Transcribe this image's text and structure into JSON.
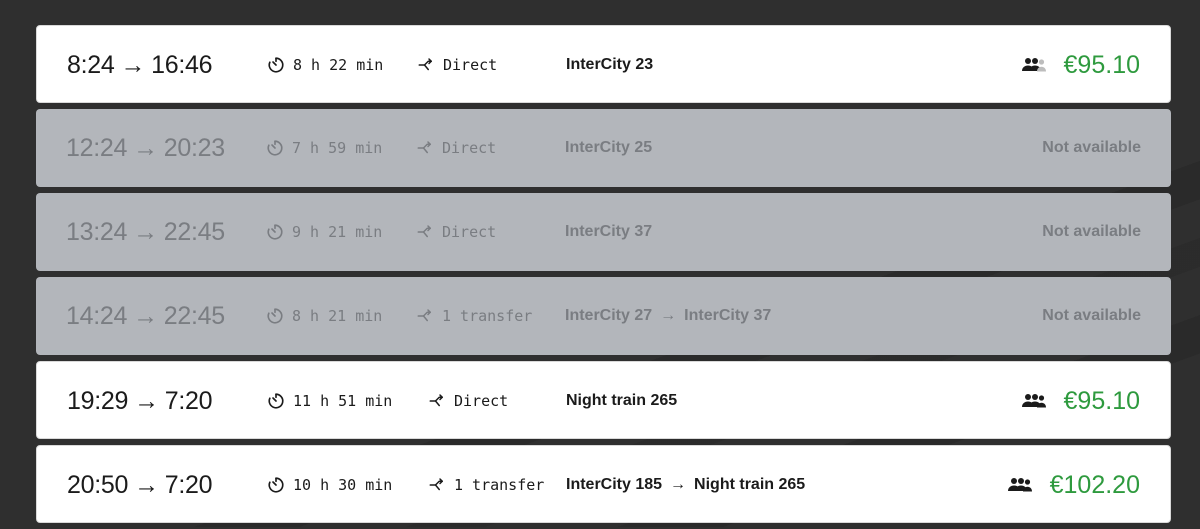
{
  "colors": {
    "background": "#2f2f2f",
    "card_available": "#ffffff",
    "card_unavailable": "#b3b6bb",
    "price": "#2e9a3e"
  },
  "icons": {
    "duration": "timer-icon",
    "route": "route-icon",
    "passengers": "group-icon"
  },
  "arrow": "→",
  "journeys": [
    {
      "depart": "8:24",
      "arrive": "16:46",
      "duration": "8 h 22 min",
      "transfers": "Direct",
      "trains": [
        "InterCity 23"
      ],
      "available": true,
      "price": "€95.10",
      "passengers_icon_state": "partial"
    },
    {
      "depart": "12:24",
      "arrive": "20:23",
      "duration": "7 h 59 min",
      "transfers": "Direct",
      "trains": [
        "InterCity 25"
      ],
      "available": false,
      "status": "Not available"
    },
    {
      "depart": "13:24",
      "arrive": "22:45",
      "duration": "9 h 21 min",
      "transfers": "Direct",
      "trains": [
        "InterCity 37"
      ],
      "available": false,
      "status": "Not available"
    },
    {
      "depart": "14:24",
      "arrive": "22:45",
      "duration": "8 h 21 min",
      "transfers": "1 transfer",
      "trains": [
        "InterCity 27",
        "InterCity 37"
      ],
      "available": false,
      "status": "Not available"
    },
    {
      "depart": "19:29",
      "arrive": "7:20",
      "duration": "11 h 51 min",
      "transfers": "Direct",
      "trains": [
        "Night train 265"
      ],
      "available": true,
      "price": "€95.10",
      "passengers_icon_state": "full"
    },
    {
      "depart": "20:50",
      "arrive": "7:20",
      "duration": "10 h 30 min",
      "transfers": "1 transfer",
      "trains": [
        "InterCity 185",
        "Night train 265"
      ],
      "available": true,
      "price": "€102.20",
      "passengers_icon_state": "full"
    }
  ]
}
